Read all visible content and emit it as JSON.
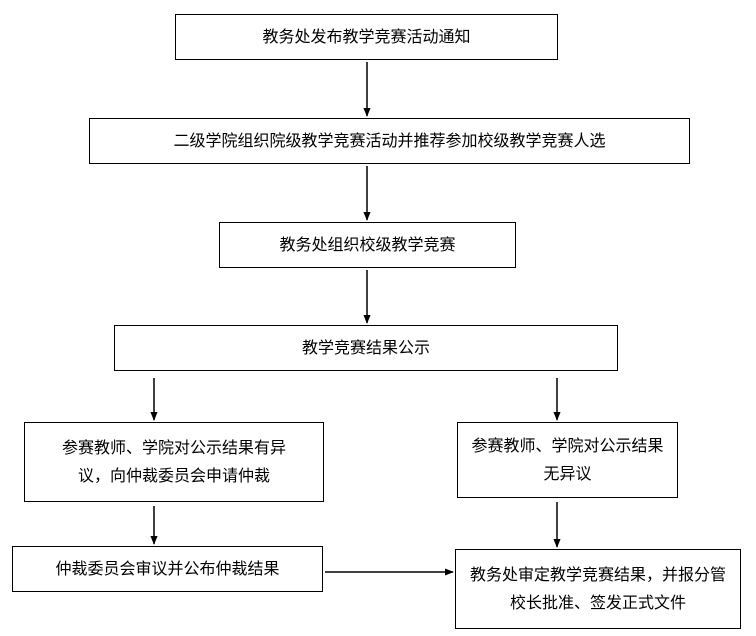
{
  "diagram": {
    "step1": "教务处发布教学竞赛活动通知",
    "step2": "二级学院组织院级教学竞赛活动并推荐参加校级教学竞赛人选",
    "step3": "教务处组织校级教学竞赛",
    "step4": "教学竞赛结果公示",
    "objection": "参赛教师、学院对公示结果有异议，向仲裁委员会申请仲裁",
    "no_objection": "参赛教师、学院对公示结果无异议",
    "arbitration": "仲裁委员会审议并公布仲裁结果",
    "final": "教务处审定教学竞赛结果，并报分管校长批准、签发正式文件"
  }
}
